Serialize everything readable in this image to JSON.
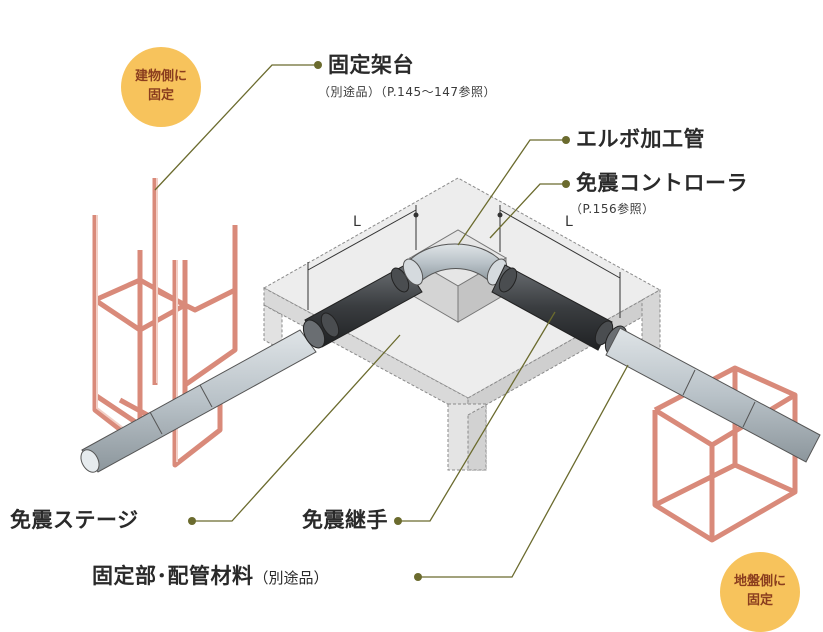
{
  "badges": {
    "building": {
      "line1": "建物側に",
      "line2": "固定"
    },
    "ground": {
      "line1": "地盤側に",
      "line2": "固定"
    }
  },
  "labels": {
    "fixed_stand": "固定架台",
    "fixed_stand_note": "（別途品）（P.145～147参照）",
    "elbow_pipe": "エルボ加工管",
    "controller": "免震コントローラ",
    "controller_note": "（P.156参照）",
    "stage": "免震ステージ",
    "joint": "免震継手",
    "fixing_parts": "固定部･配管材料",
    "fixing_parts_note": "（別途品）"
  },
  "dimensions": {
    "left": "L",
    "right": "L"
  },
  "colors": {
    "badge": "#f7c35c",
    "badge_text": "#8a3d1e",
    "leader": "#6b6b2e",
    "frame": "#d98a7a",
    "frame_inner": "#f2cfc6",
    "pipe": "#b9c2c8",
    "joint": "#3c3f42",
    "stage": "#e9e9e9"
  }
}
